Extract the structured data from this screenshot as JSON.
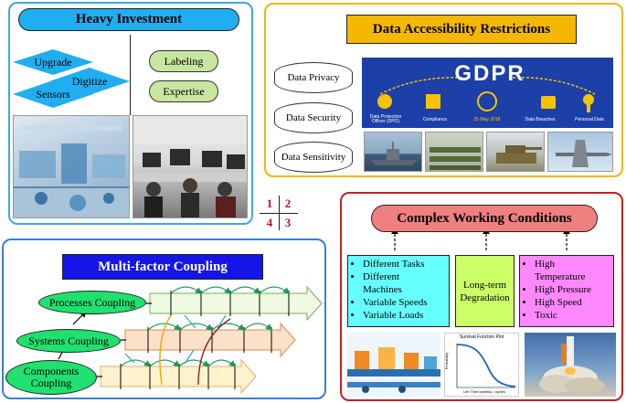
{
  "panel1": {
    "title": "Heavy Investment",
    "left_items": [
      "Upgrade",
      "Digitize",
      "Sensors"
    ],
    "right_items": [
      "Labeling",
      "Expertise"
    ]
  },
  "panel2": {
    "title": "Data Accessibility Restrictions",
    "databases": [
      "Data Privacy",
      "Data Security",
      "Data Sensitivity"
    ],
    "gdpr": {
      "title": "GDPR",
      "items": [
        "Data Protection Officer (DPO)",
        "Compliance",
        "25 May 2018",
        "Data Breaches",
        "Personal Data"
      ]
    }
  },
  "quadrant": {
    "n1": "1",
    "n2": "2",
    "n3": "3",
    "n4": "4"
  },
  "panel3": {
    "title": "Multi-factor Coupling",
    "couplings": [
      "Processes Coupling",
      "Systems Coupling",
      "Components Coupling"
    ]
  },
  "panel4": {
    "title": "Complex Working Conditions",
    "left_list": [
      "Different Tasks",
      "Different Machines",
      "Variable Speeds",
      "Variable Loads"
    ],
    "middle": "Long-term Degradation",
    "right_list": [
      "High Temperature",
      "High Pressure",
      "High Speed",
      "Toxic"
    ],
    "chart_title": "Survival Function Plot",
    "chart_xlabel": "Life Time (weeks) / cycles",
    "chart_ylabel": "Probability"
  },
  "colors": {
    "panel1_border": "#3fa9d9",
    "panel2_border": "#f2b705",
    "panel3_border": "#3a7fd5",
    "panel4_border": "#c82020",
    "title1_fill": "#21aef0",
    "title2_fill": "#f5b800",
    "title3_fill": "#1515e8",
    "title4_fill": "#f08080",
    "diamond_fill": "#21aef0",
    "pill_fill": "#c8e6a0",
    "ellipse_fill": "#20e070",
    "cyan_box": "#66ffff",
    "green_box": "#ccff66",
    "pink_box": "#ff88ff",
    "gdpr_bg": "#1c3fa8",
    "gdpr_accent": "#f5c400"
  }
}
